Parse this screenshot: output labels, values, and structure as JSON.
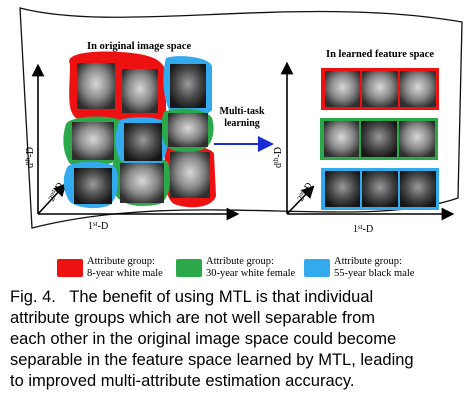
{
  "panels": {
    "left_title": "In original image space",
    "right_title": "In learned feature space"
  },
  "axes": {
    "x_label": "1st-D",
    "y_label": "dth-D",
    "z_label": "2nd-D",
    "x_sup": "st",
    "y_sup": "th",
    "z_sup": "nd"
  },
  "arrow_label": [
    "Multi-task",
    "learning"
  ],
  "legend": [
    {
      "line1": "Attribute group:",
      "line2": "8-year white male",
      "color": "#ee1111"
    },
    {
      "line1": "Attribute group:",
      "line2": "30-year white female",
      "color": "#2aa84a"
    },
    {
      "line1": "Attribute group:",
      "line2": "55-year black male",
      "color": "#33aaee"
    }
  ],
  "colors": {
    "red": "#ee1111",
    "green": "#2aa84a",
    "blue": "#33aaee",
    "arrow": "#1a2bd6"
  },
  "caption": [
    "Fig. 4.   The benefit of using MTL is that individual",
    "attribute groups which are not well separable from",
    "each other in the original image space could become",
    "separable in the feature space learned by MTL, leading",
    "to improved multi-attribute estimation accuracy."
  ]
}
